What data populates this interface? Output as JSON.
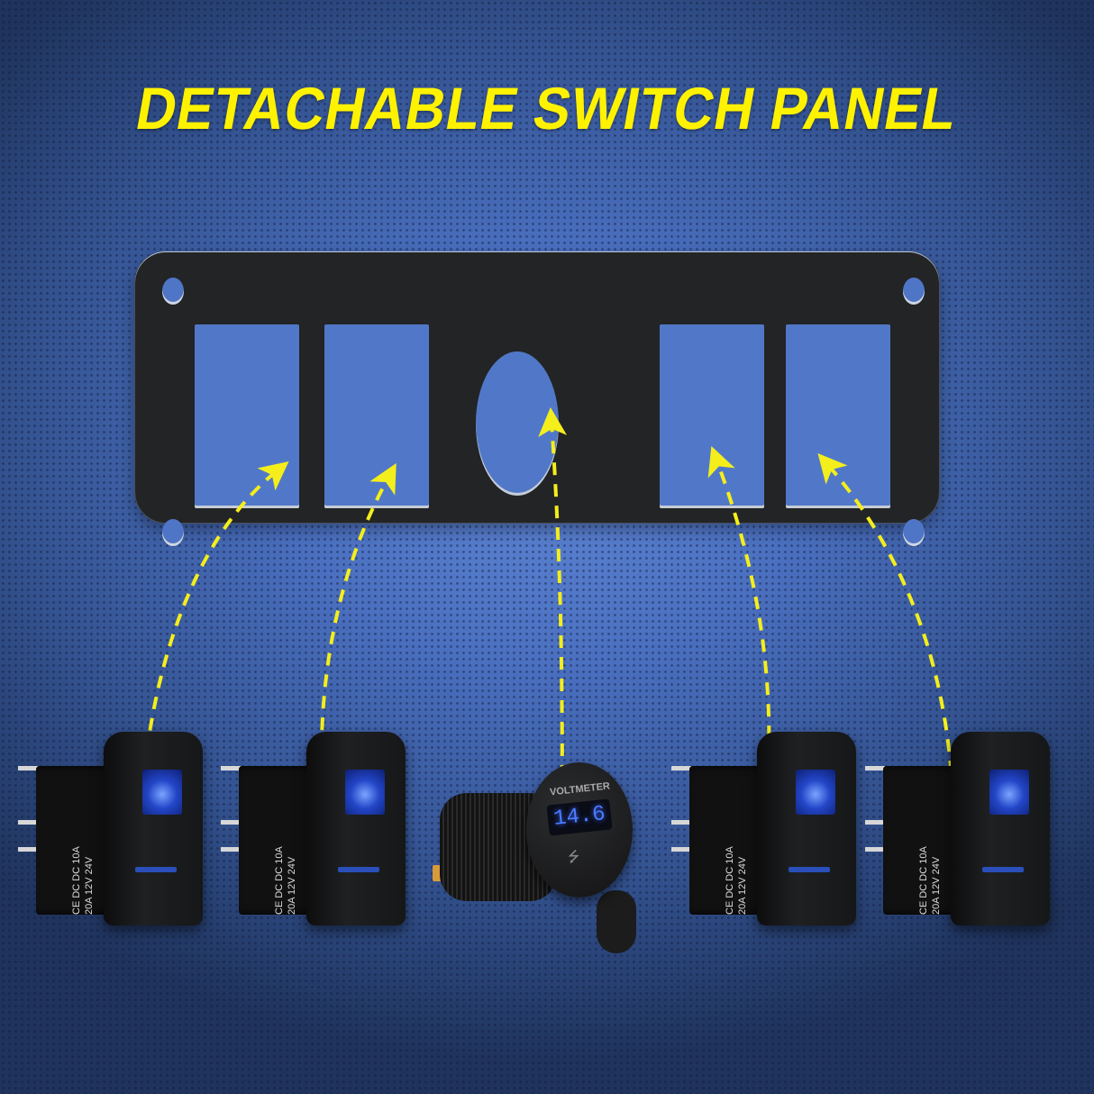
{
  "title": "DETACHABLE SWITCH PANEL",
  "colors": {
    "title": "#fff200",
    "background": "#4a6fbf",
    "panel": "#232425",
    "arrow": "#f4ee1c",
    "led": "#2346c8"
  },
  "panel": {
    "mounting_holes": 4,
    "rocker_slots": 4,
    "round_cutouts": 1
  },
  "components": [
    {
      "type": "rocker-switch",
      "label_lines": [
        "DC",
        "DC",
        "10A",
        "20A",
        "12V",
        "24V"
      ],
      "marks": "CE"
    },
    {
      "type": "rocker-switch",
      "label_lines": [
        "DC",
        "DC",
        "10A",
        "20A",
        "12V",
        "24V"
      ],
      "marks": "CE"
    },
    {
      "type": "voltmeter-usb-socket",
      "label": "VOLTMETER",
      "display_value": "14.6",
      "icon": "usb-icon"
    },
    {
      "type": "rocker-switch",
      "label_lines": [
        "DC",
        "DC",
        "10A",
        "20A",
        "12V",
        "24V"
      ],
      "marks": "CE"
    },
    {
      "type": "rocker-switch",
      "label_lines": [
        "DC",
        "DC",
        "10A",
        "20A",
        "12V",
        "24V"
      ],
      "marks": "CE"
    }
  ],
  "switch_label_text": "CE DC DC 10A 20A 12V 24V",
  "usb_glyph": "⭍"
}
